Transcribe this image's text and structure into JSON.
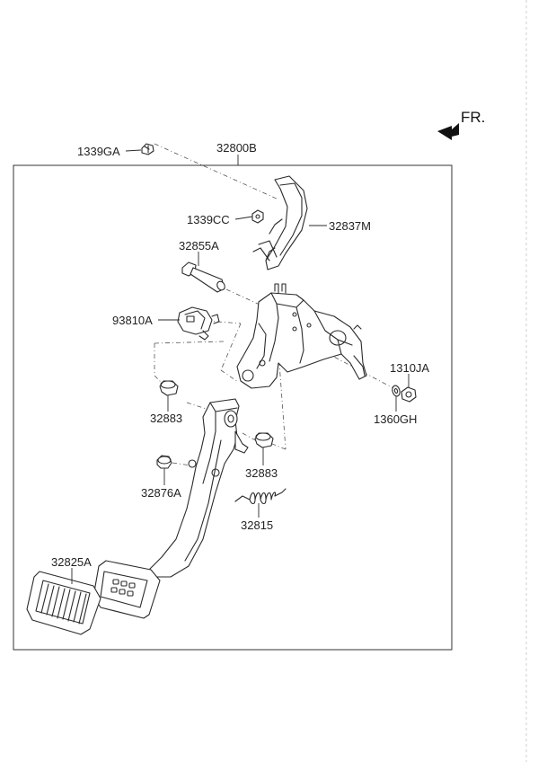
{
  "direction_label": "FR.",
  "parts": {
    "p_1339GA": "1339GA",
    "p_32800B": "32800B",
    "p_1339CC": "1339CC",
    "p_32837M": "32837M",
    "p_32855A": "32855A",
    "p_93810A": "93810A",
    "p_1310JA": "1310JA",
    "p_1360GH": "1360GH",
    "p_32883_left": "32883",
    "p_32883_right": "32883",
    "p_32876A": "32876A",
    "p_32815": "32815",
    "p_32825A": "32825A"
  }
}
